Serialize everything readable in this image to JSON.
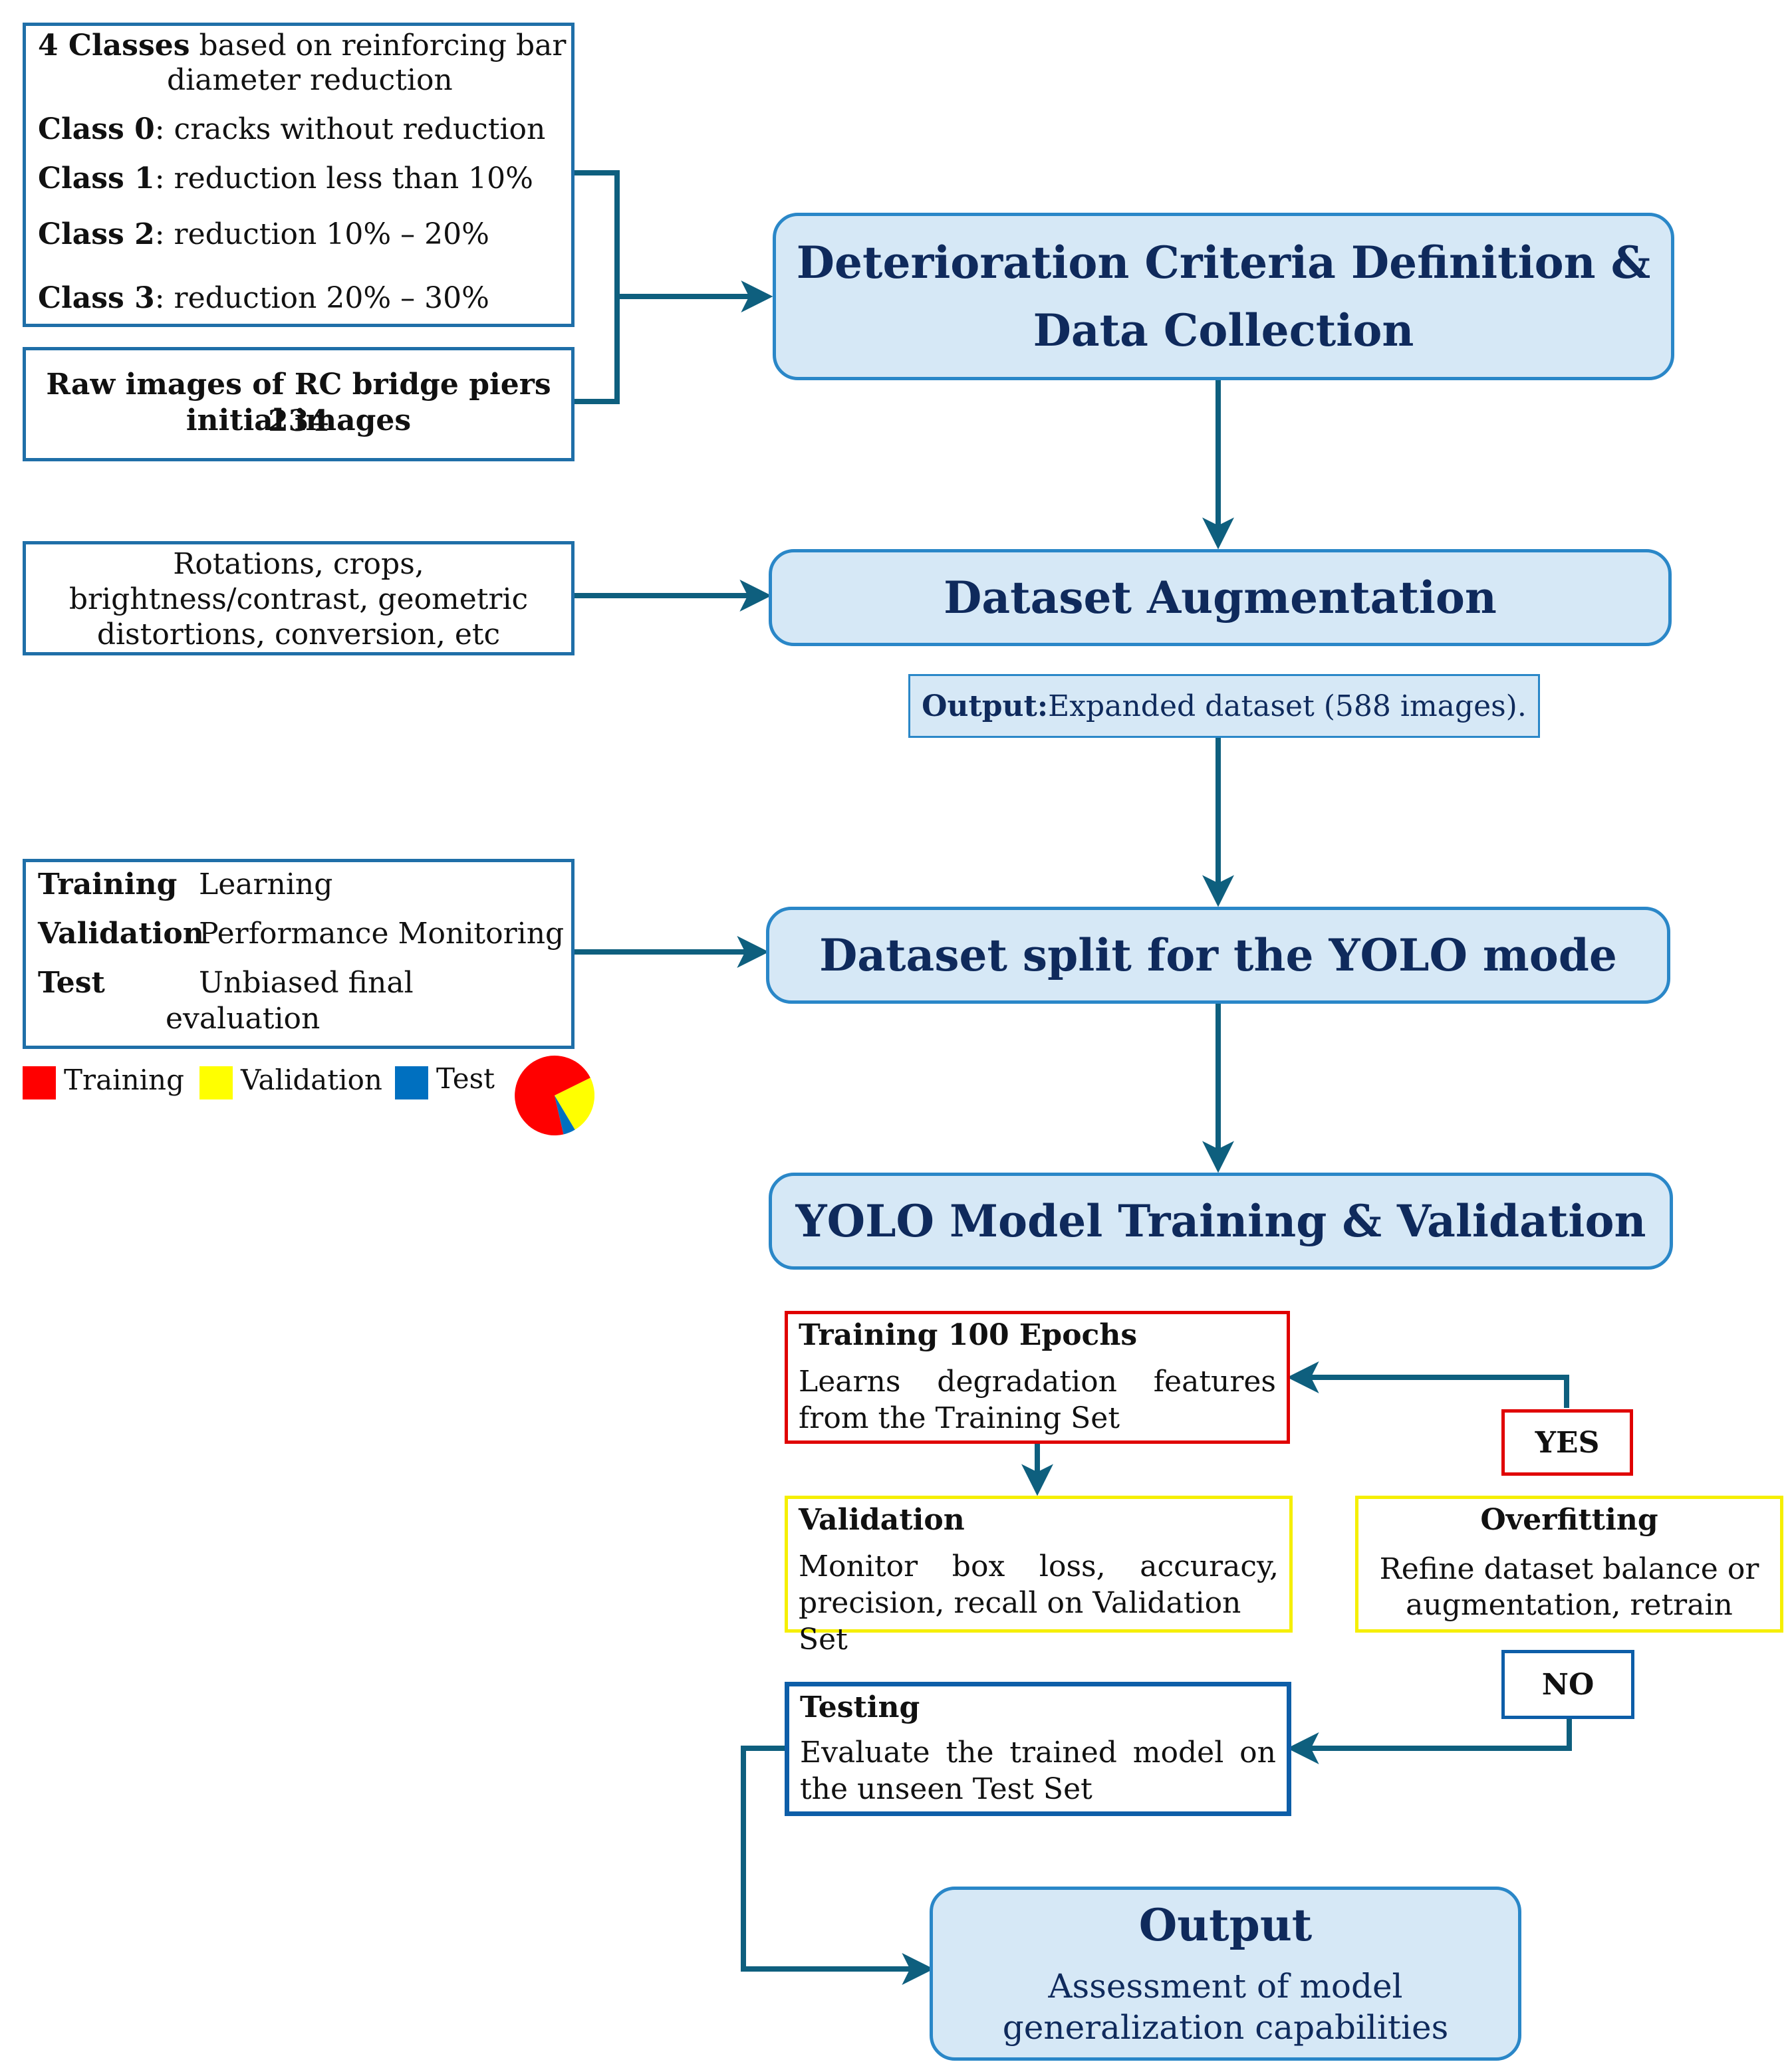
{
  "classes_box": {
    "title_bold": "4 Classes",
    "title_rest": " based on reinforcing bar",
    "title_line2": "diameter reduction",
    "rows": [
      {
        "name": "Class 0",
        "desc": ": cracks without reduction"
      },
      {
        "name": "Class 1",
        "desc": ": reduction less than 10%"
      },
      {
        "name": "Class 2",
        "desc": ": reduction 10% – 20%"
      },
      {
        "name": "Class 3",
        "desc": ": reduction 20% – 30%"
      }
    ]
  },
  "raw_box": {
    "line1": "Raw images of RC bridge piers 234",
    "line2": "initial images"
  },
  "aug_input": {
    "line1": "Rotations, crops,",
    "line2": "brightness/contrast, geometric",
    "line3": "distortions, conversion, etc"
  },
  "split_box": {
    "rows": [
      {
        "name": "Training",
        "desc": "Learning"
      },
      {
        "name": "Validation",
        "desc": "Performance Monitoring"
      },
      {
        "name": "Test",
        "desc": "Unbiased final"
      }
    ],
    "test_line2": "evaluation"
  },
  "legend": [
    {
      "label": "Training",
      "color": "#ff0000"
    },
    {
      "label": "Validation",
      "color": "#ffff00"
    },
    {
      "label": "Test",
      "color": "#0070c0"
    }
  ],
  "steps": {
    "criteria_line1": "Deterioration Criteria Definition &",
    "criteria_line2": "Data Collection",
    "augmentation": "Dataset Augmentation",
    "split": "Dataset split for the YOLO mode",
    "training": "YOLO Model Training & Validation"
  },
  "aug_output": {
    "bold": "Output:",
    "rest": " Expanded dataset (588 images)."
  },
  "train_loop": {
    "title": "Training 100 Epochs",
    "line1": "Learns degradation features",
    "line2": "from the Training Set"
  },
  "validation_loop": {
    "title": "Validation",
    "line1": "Monitor box loss, accuracy,",
    "line2": "precision, recall on Validation Set"
  },
  "overfit_box": {
    "title": "Overfitting",
    "line1": "Refine dataset balance or",
    "line2": "augmentation, retrain"
  },
  "decisions": {
    "yes": "YES",
    "no": "NO"
  },
  "testing_box": {
    "title": "Testing",
    "line1": "Evaluate the trained model on",
    "line2": "the unseen Test Set"
  },
  "final_output": {
    "title": "Output",
    "line1": "Assessment of model",
    "line2": "generalization capabilities"
  },
  "colors": {
    "arrow": "#0e5f7e",
    "main_fill": "#d6e8f6",
    "main_border": "#2a87c8",
    "main_text": "#0f2a5c",
    "red": "#e00000",
    "yellow": "#f5ef00",
    "blue": "#0d5ea8"
  }
}
